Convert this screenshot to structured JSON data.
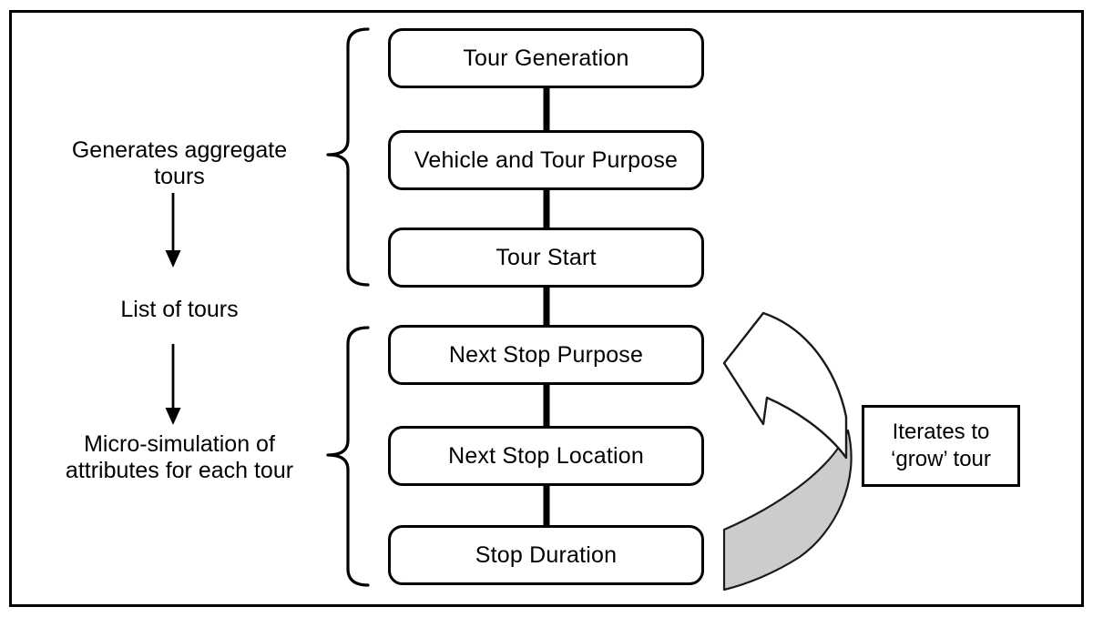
{
  "flow": {
    "steps": [
      {
        "label": "Tour Generation"
      },
      {
        "label": "Vehicle and Tour Purpose"
      },
      {
        "label": "Tour Start"
      },
      {
        "label": "Next Stop Purpose"
      },
      {
        "label": "Next Stop Location"
      },
      {
        "label": "Stop Duration"
      }
    ]
  },
  "annotations": {
    "aggregate_line1": "Generates aggregate",
    "aggregate_line2": "tours",
    "list_of_tours": "List of tours",
    "micro_line1": "Micro-simulation of",
    "micro_line2": "attributes for each tour",
    "iterate_line1": "Iterates to",
    "iterate_line2": "‘grow’ tour"
  },
  "colors": {
    "ink": "#000000",
    "ribbon_gray": "#cccccc",
    "background": "#ffffff"
  }
}
